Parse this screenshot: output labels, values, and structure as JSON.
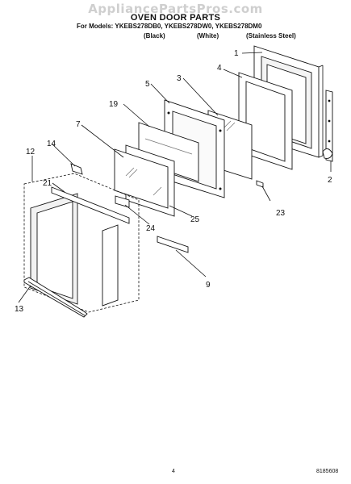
{
  "header": {
    "watermark": "AppliancePartsPros.com",
    "title": "OVEN DOOR PARTS",
    "models": "For Models: YKEBS278DB0, YKEBS278DW0, YKEBS278DM0",
    "finish_black": "(Black)",
    "finish_white": "(White)",
    "finish_steel": "(Stainless Steel)"
  },
  "callouts": {
    "p1": "1",
    "p2": "2",
    "p3": "3",
    "p4": "4",
    "p5": "5",
    "p7": "7",
    "p9": "9",
    "p12": "12",
    "p13": "13",
    "p14": "14",
    "p19": "19",
    "p21": "21",
    "p23": "23",
    "p24": "24",
    "p25": "25"
  },
  "footer": {
    "page_number": "4",
    "doc_number": "8185608"
  }
}
